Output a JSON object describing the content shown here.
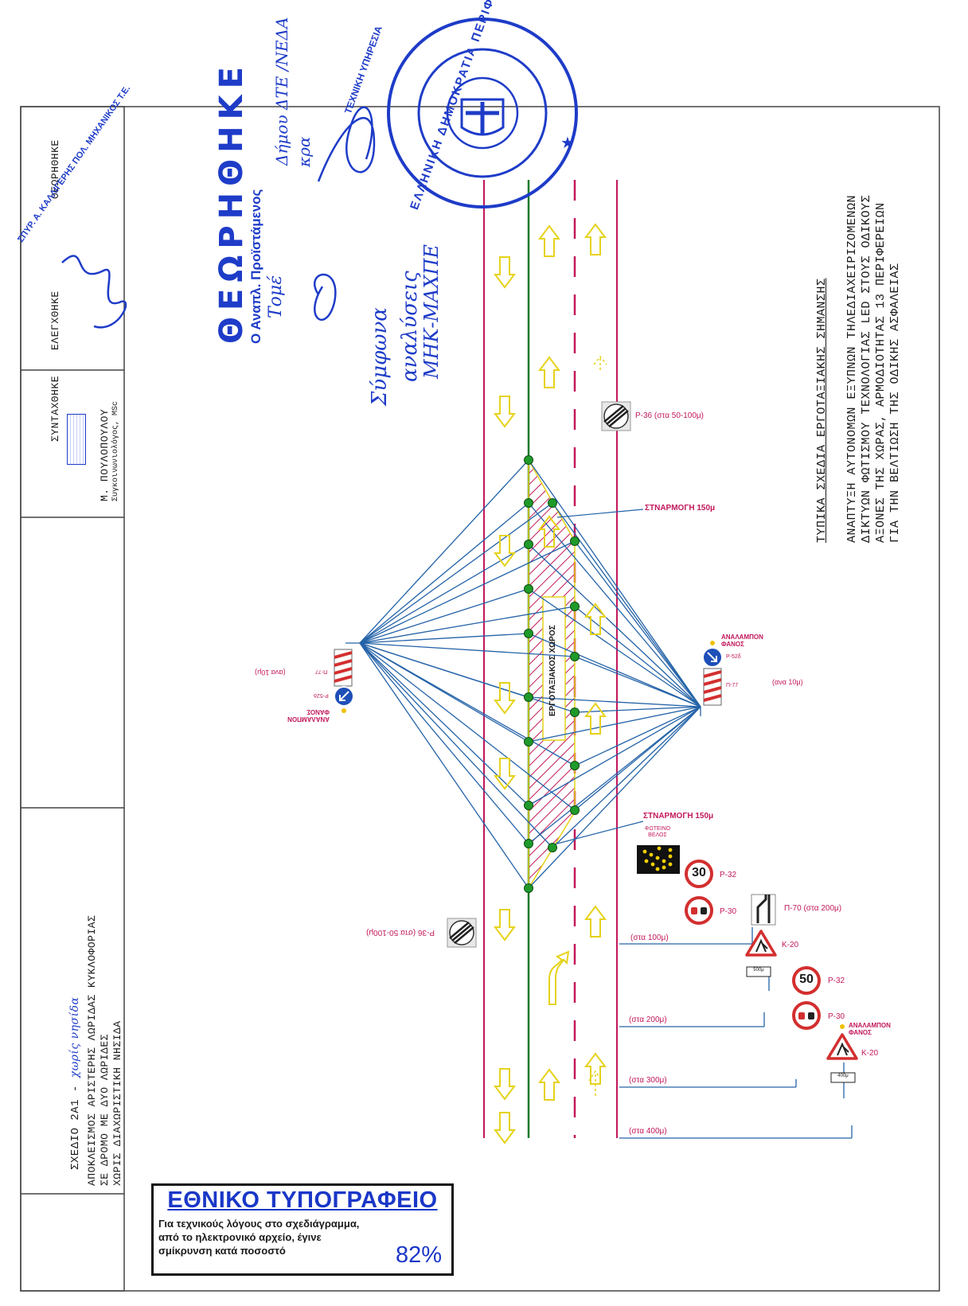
{
  "title_block": {
    "drawing_no": "ΣΧΕΔΙΟ 2Α1 -",
    "drawing_no_hand": "χωρίς νησίδα",
    "description_lines": [
      "ΑΠΟΚΛΕΙΣΜΟΣ ΑΡΙΣΤΕΡΗΣ ΛΩΡΙΔΑΣ ΚΥΚΛΟΦΟΡΙΑΣ",
      "ΣΕ ΔΡΟΜΟ ΜΕ ΔΥΟ ΛΩΡΙΔΕΣ",
      "ΧΩΡΙΣ ΔΙΑΧΩΡΙΣΤΙΚΗ ΝΗΣΙΔΑ"
    ],
    "compiled_label": "ΣΥΝΤΑΧΘΗΚΕ",
    "compiler_name": "Μ. ΠΟΥΛΟΠΟΥΛΟΥ",
    "compiler_title": "Συγκοινωνιολόγος, MSc",
    "checked_label": "ΕΛΕΓΧΘΗΚΕ",
    "reviewed_label": "ΘΕΩΡΗΘΗΚΕ",
    "checker_stamp": "ΣΠΥΡ. Α. ΚΑΛΛΙΓΕΡΗΣ ΠΟΛ. ΜΗΧΑΝΙΚΟΣ Τ.Ε."
  },
  "project": {
    "heading": "ΤΥΠΙΚΑ ΣΧΕΔΙΑ ΕΡΓΟΤΑΞΙΑΚΗΣ ΣΗΜΑΝΣΗΣ",
    "lines": [
      "ΑΝΑΠΤΥΞΗ ΑΥΤΟΝΟΜΩΝ ΕΞΥΠΝΩΝ ΤΗΛΕΔΙΑΧΕΙΡΙΖΟΜΕΝΩΝ",
      "ΔΙΚΤΥΩΝ ΦΩΤΙΣΜΟΥ ΤΕΧΝΟΛΟΓΙΑΣ LED ΣΤΟΥΣ ΟΔΙΚΟΥΣ",
      "ΑΞΟΝΕΣ ΤΗΣ ΧΩΡΑΣ, ΑΡΜΟΔΙΟΤΗΤΑΣ 13 ΠΕΡΙΦΕΡΕΙΩΝ",
      "ΓΙΑ ΤΗΝ ΒΕΛΤΙΩΣΗ ΤΗΣ ΟΔΙΚΗΣ ΑΣΦΑΛΕΙΑΣ"
    ]
  },
  "stamps": {
    "theorithike": "ΘΕΩΡΗΘΗΚΕ",
    "deputy": "Ο Αναπλ. Προϊστάμενος",
    "seal_ring": "ΕΛΛΗΝΙΚΗ ΔΗΜΟΚΡΑΤΙΑ ΠΕΡΙΦΕΡΕΙΑ ΑΤΤΙΚΗΣ",
    "seal_side": "ΤΕΧΝΙΚΗ ΥΠΗΡΕΣΙΑ",
    "hand_1": "Σύμφωνα",
    "hand_2": "αναλύσεις",
    "hand_3": "ΜΗΚ-ΜΑΧΠΕ",
    "hand_4": "Τομέ",
    "hand_5": "Δήμου ΔΤΕ /ΝΕΔΑ",
    "hand_6": "κρα"
  },
  "labels": {
    "work_zone": "ΕΡΓΟΤΑΞΙΑΚΟΣ ΧΩΡΟΣ",
    "taper_top": "ΣΤΝΑΡΜΟΓΗ 150μ",
    "taper_bottom": "ΣΤΝΑΡΜΟΓΗ 150μ",
    "p36_top": "Ρ-36 (στα 50-100μ)",
    "p36_bottom": "Ρ-36 (στα 50-100μ)",
    "flash_right": "ΑΝΑΛΑΜΠΟΝ ΦΑΝΟΣ",
    "flash_left": "ΑΝΑΛΑΜΠΟΝ ΦΑΝΟΣ",
    "flash_bottom": "ΑΝΑΛΑΜΠΟΝ ΦΑΝΟΣ",
    "p52_right": "Ρ-52δ",
    "p77_right": "Π-77",
    "every10_right": "(ανα 10μ)",
    "p52_left": "Ρ-52δ",
    "p77_left": "Π-77",
    "every10_left": "(ανα 10μ)",
    "arrow_board": "ΦΩΤΕΙΝΟ ΒΕΛΟΣ",
    "speed30": "30",
    "p32_a": "Ρ-32",
    "p30_a": "Ρ-30",
    "p70": "Π-70 (στα 200μ)",
    "k20_a": "Κ-20",
    "speed50": "50",
    "p32_b": "Ρ-32",
    "p30_b": "Ρ-30",
    "k20_b": "Κ-20",
    "plate_a": "500μ",
    "plate_b": "400μ",
    "d100": "(στα 100μ)",
    "d200": "(στα 200μ)",
    "d300": "(στα 300μ)",
    "d400": "(στα 400μ)"
  },
  "notice": {
    "title": "ΕΘΝΙΚΟ ΤΥΠΟΓΡΑΦΕΙΟ",
    "line1": "Για τεχνικούς λόγους στο σχεδιάγραμμα,",
    "line2": "από το ηλεκτρονικό αρχείο, έγινε",
    "line3": "σμίκρυνση κατά ποσοστό",
    "percent": "82%"
  },
  "colors": {
    "road_edge": "#c2185b",
    "center_line": "#1b7a2c",
    "lane_arrow": "#e6d21a",
    "guide_lines": "#2463a8",
    "stamp_blue": "#1e3cc8",
    "hatch": "#c2185b"
  }
}
